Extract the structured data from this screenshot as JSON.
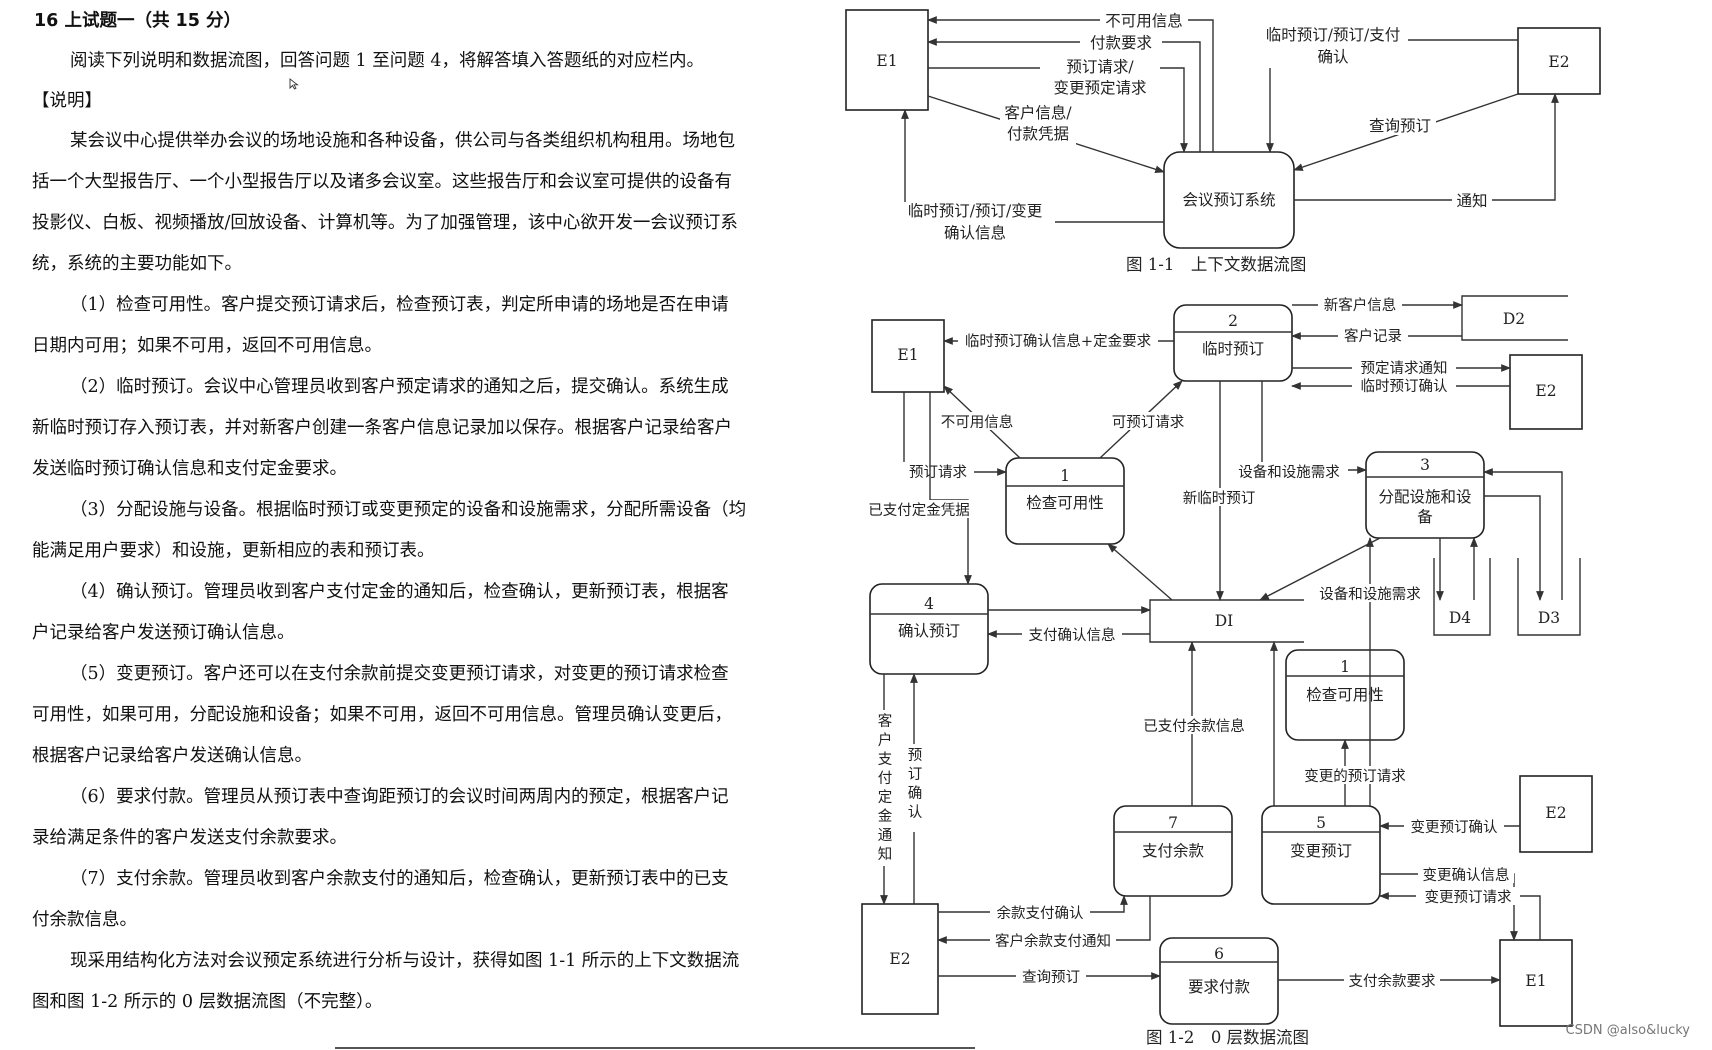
{
  "question": {
    "title": "16 上试题一（共 15 分）",
    "intro": "阅读下列说明和数据流图，回答问题 1 至问题 4，将解答填入答题纸的对应栏内。",
    "section_label": "【说明】",
    "lines": [
      "某会议中心提供举办会议的场地设施和各种设备，供公司与各类组织机构租用。场地包",
      "括一个大型报告厅、一个小型报告厅以及诸多会议室。这些报告厅和会议室可提供的设备有",
      "投影仪、白板、视频播放/回放设备、计算机等。为了加强管理，该中心欲开发一会议预订系",
      "统，系统的主要功能如下。",
      "（1）检查可用性。客户提交预订请求后，检查预订表，判定所申请的场地是否在申请",
      "日期内可用；如果不可用，返回不可用信息。",
      "（2）临时预订。会议中心管理员收到客户预定请求的通知之后，提交确认。系统生成",
      "新临时预订存入预订表，并对新客户创建一条客户信息记录加以保存。根据客户记录给客户",
      "发送临时预订确认信息和支付定金要求。",
      "（3）分配设施与设备。根据临时预订或变更预定的设备和设施需求，分配所需设备（均",
      "能满足用户要求）和设施，更新相应的表和预订表。",
      "（4）确认预订。管理员收到客户支付定金的通知后，检查确认，更新预订表，根据客",
      "户记录给客户发送预订确认信息。",
      "（5）变更预订。客户还可以在支付余款前提交变更预订请求，对变更的预订请求检查",
      "可用性，如果可用，分配设施和设备；如果不可用，返回不可用信息。管理员确认变更后，",
      "根据客户记录给客户发送确认信息。",
      "（6）要求付款。管理员从预订表中查询距预订的会议时间两周内的预定，根据客户记",
      "录给满足条件的客户发送支付余款要求。",
      "（7）支付余款。管理员收到客户余款支付的通知后，检查确认，更新预订表中的已支",
      "付余款信息。",
      "现采用结构化方法对会议预定系统进行分析与设计，获得如图 1-1 所示的上下文数据流",
      "图和图 1-2 所示的 0 层数据流图（不完整）。"
    ]
  },
  "fig1": {
    "caption": "图 1-1　上下文数据流图",
    "entity_e1": "E1",
    "entity_e2": "E2",
    "process": "会议预订系统",
    "flow_unavailable": "不可用信息",
    "flow_payment_req": "付款要求",
    "flow_booking_req_1": "预订请求/",
    "flow_booking_req_2": "变更预定请求",
    "flow_cust_info_1": "客户信息/",
    "flow_cust_info_2": "付款凭据",
    "flow_confirm_1": "临时预订/预订/变更",
    "flow_confirm_2": "确认信息",
    "flow_e2_confirm_1": "临时预订/预订/支付",
    "flow_e2_confirm_2": "确认",
    "flow_query": "查询预订",
    "flow_notify": "通知"
  },
  "fig2": {
    "caption": "图 1-2　0 层数据流图",
    "e1": "E1",
    "e2": "E2",
    "d1": "DI",
    "d2": "D2",
    "d3": "D3",
    "d4": "D4",
    "p1_num": "1",
    "p1_name": "检查可用性",
    "p1b_num": "1",
    "p1b_name": "检查可用性",
    "p2_num": "2",
    "p2_name": "临时预订",
    "p3_num": "3",
    "p3_name_1": "分配设施和设",
    "p3_name_2": "备",
    "p4_num": "4",
    "p4_name": "确认预订",
    "p5_num": "5",
    "p5_name": "变更预订",
    "p6_num": "6",
    "p6_name": "要求付款",
    "p7_num": "7",
    "p7_name": "支付余款",
    "f_temp_confirm": "临时预订确认信息+定金要求",
    "f_new_cust": "新客户信息",
    "f_cust_record": "客户记录",
    "f_notice": "预定请求通知",
    "f_temp_confirm2": "临时预订确认",
    "f_unavail": "不可用信息",
    "f_avail_req": "可预订请求",
    "f_booking_req": "预订请求",
    "f_paid_deposit": "已支付定金凭据",
    "f_equip_req": "设备和设施需求",
    "f_new_temp": "新临时预订",
    "f_equip_req2": "设备和设施需求",
    "f_pay_confirm": "支付确认信息",
    "f_cust_deposit_v": "客户支付定金通知",
    "f_booking_confirm_v": "预订确认",
    "f_paid_balance": "已支付余款信息",
    "f_changed_req": "变更的预订请求",
    "f_change_confirm": "变更预订确认",
    "f_change_confirm_info": "变更确认信息",
    "f_change_req": "变更预订请求",
    "f_balance_confirm": "余款支付确认",
    "f_balance_notice": "客户余款支付通知",
    "f_query": "查询预订",
    "f_pay_balance_req": "支付余款要求"
  },
  "watermark": "CSDN @also&lucky"
}
